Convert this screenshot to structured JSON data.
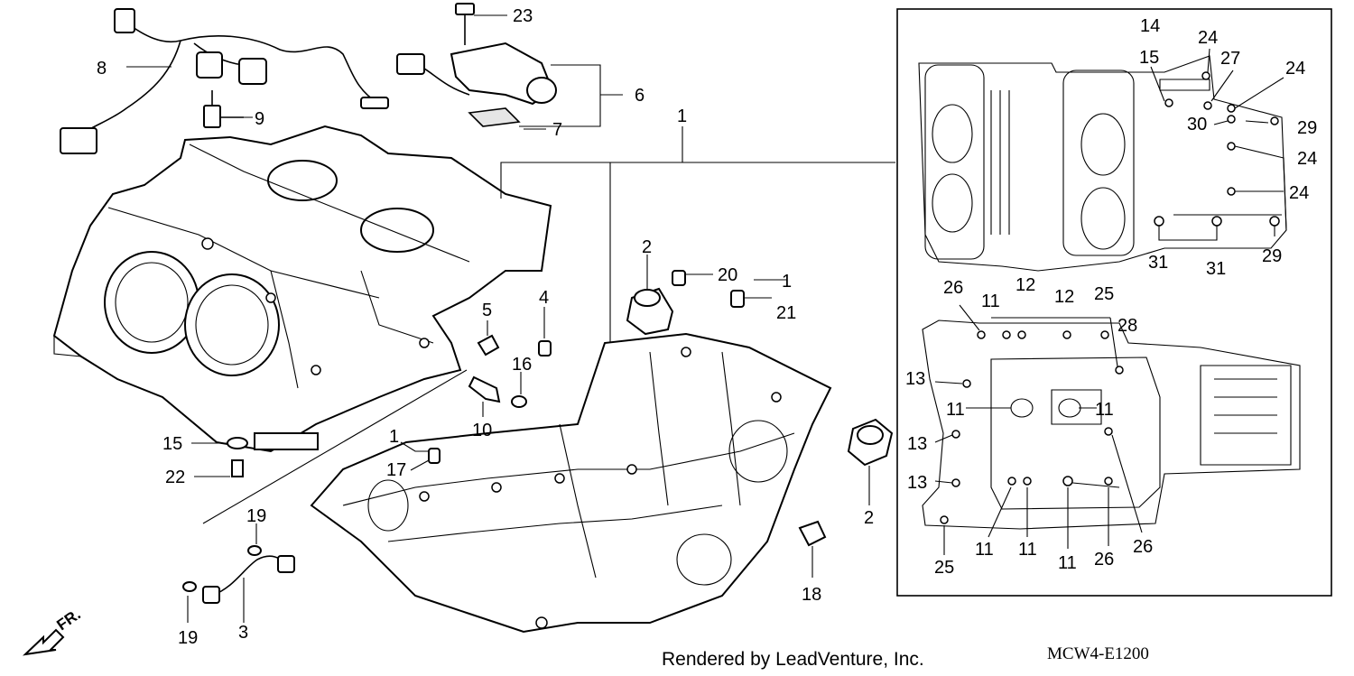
{
  "footer": {
    "credit": "Rendered by LeadVenture, Inc.",
    "diagram_code": "MCW4-E1200"
  },
  "direction_marker": "FR.",
  "callouts": {
    "c1a": "1",
    "c1b": "1",
    "c1c": "1",
    "c2a": "2",
    "c2b": "2",
    "c3": "3",
    "c4": "4",
    "c5": "5",
    "c6": "6",
    "c7": "7",
    "c8": "8",
    "c9": "9",
    "c10": "10",
    "c14": "14",
    "c15a": "15",
    "c15b": "15",
    "c16": "16",
    "c17": "17",
    "c18": "18",
    "c19a": "19",
    "c19b": "19",
    "c20": "20",
    "c21": "21",
    "c22": "22",
    "c23": "23",
    "c24a": "24",
    "c24b": "24",
    "c24c": "24",
    "c24d": "24",
    "c27": "27",
    "c29a": "29",
    "c29b": "29",
    "c30": "30",
    "c31a": "31",
    "c31b": "31",
    "c26a": "26",
    "c11a": "11",
    "c12a": "12",
    "c12b": "12",
    "c25a": "25",
    "c28": "28",
    "c13a": "13",
    "c13b": "13",
    "c13c": "13",
    "c11b": "11",
    "c11c": "11",
    "c11d": "11",
    "c11e": "11",
    "c11f": "11",
    "c26b": "26",
    "c26c": "26",
    "c25b": "25"
  }
}
